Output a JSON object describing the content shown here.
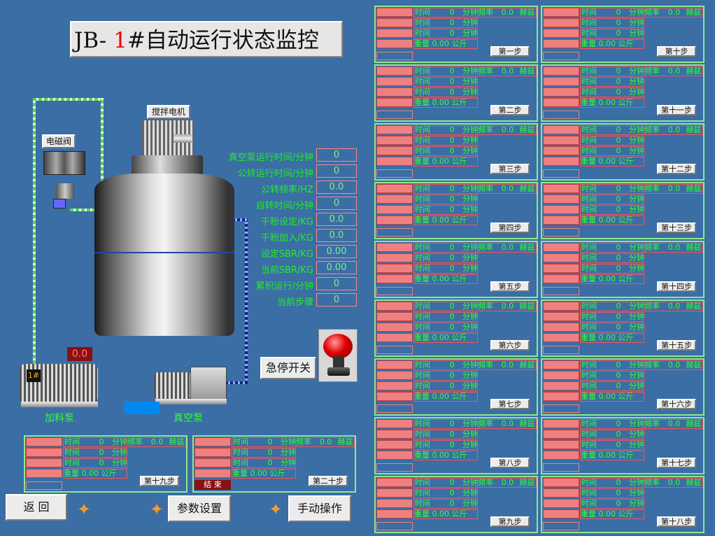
{
  "title": {
    "prefix": "JB- ",
    "number": "1",
    "suffix": "#自动运行状态监控"
  },
  "labels": {
    "mixer_motor": "搅拌电机",
    "solenoid_valve": "电磁阀",
    "feed_pump": "加料泵",
    "vacuum_pump": "真空泵",
    "pump_badge": "1#",
    "pump_value": "0.0",
    "estop": "急停开关"
  },
  "params": [
    {
      "label": "真空泵运行时间/分钟",
      "value": "0"
    },
    {
      "label": "公转运行时间/分钟",
      "value": "0"
    },
    {
      "label": "公转频率/HZ",
      "value": "0.0"
    },
    {
      "label": "自转时间/分钟",
      "value": "0"
    },
    {
      "label": "干粉设定/KG",
      "value": "0.0"
    },
    {
      "label": "干粉加入/KG",
      "value": "0.0"
    },
    {
      "label": "设定SBR/KG",
      "value": "0.00"
    },
    {
      "label": "当前SBR/KG",
      "value": "0.00"
    },
    {
      "label": "累积运行/分钟",
      "value": "0"
    },
    {
      "label": "当前步骤",
      "value": "0"
    }
  ],
  "step_fields": {
    "time": "时间",
    "minute": "分钟",
    "freq": "频率",
    "hz": "赫兹",
    "weight": "重量",
    "kg": "公斤",
    "zero": "0",
    "zero_f": "0.0",
    "zero_w": "0.00"
  },
  "steps": [
    {
      "label": "第一步"
    },
    {
      "label": "第二步"
    },
    {
      "label": "第三步"
    },
    {
      "label": "第四步"
    },
    {
      "label": "第五步"
    },
    {
      "label": "第六步"
    },
    {
      "label": "第七步"
    },
    {
      "label": "第八步"
    },
    {
      "label": "第九步"
    },
    {
      "label": "第十步"
    },
    {
      "label": "第十一步"
    },
    {
      "label": "第十二步"
    },
    {
      "label": "第十三步"
    },
    {
      "label": "第十四步"
    },
    {
      "label": "第十五步"
    },
    {
      "label": "第十六步"
    },
    {
      "label": "第十七步"
    },
    {
      "label": "第十八步"
    },
    {
      "label": "第十九步"
    },
    {
      "label": "第二十步"
    }
  ],
  "end_label": "结 束",
  "bottom_buttons": {
    "back": "返  回",
    "params": "参数设置",
    "manual": "手动操作"
  }
}
